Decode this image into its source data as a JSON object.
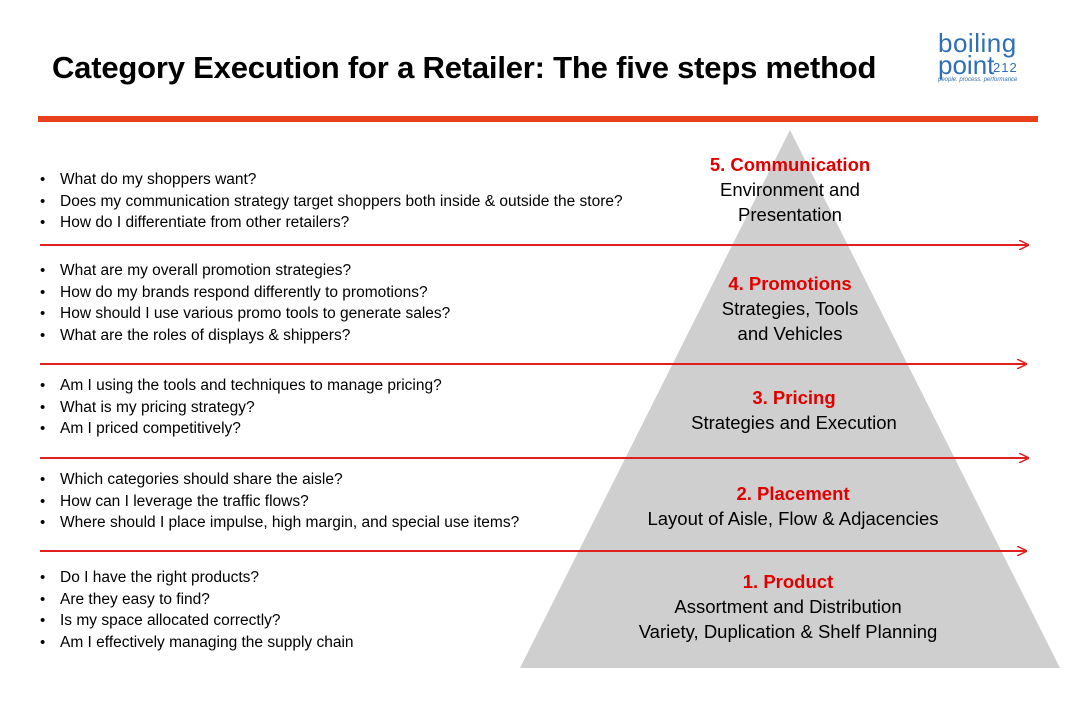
{
  "title": "Category Execution for a Retailer: The five steps method",
  "logo": {
    "word1": "boiling",
    "word2": "point",
    "number": "212",
    "tagline": "people. process. performance"
  },
  "colors": {
    "accent": "#e8401c",
    "step_heading": "#e00000",
    "arrow": "#e02020",
    "pyramid": "#cfcfcf",
    "logo": "#2f6fb5"
  },
  "steps": [
    {
      "heading": "5. Communication",
      "lines": [
        "Environment and",
        "Presentation"
      ],
      "questions": [
        "What do my shoppers want?",
        "Does my communication strategy target shoppers both inside & outside the store?",
        "How do I differentiate from other retailers?"
      ]
    },
    {
      "heading": "4. Promotions",
      "lines": [
        "Strategies, Tools",
        "and Vehicles"
      ],
      "questions": [
        "What are my overall promotion strategies?",
        "How do my brands respond differently to promotions?",
        "How should I use various promo tools to generate sales?",
        "What are the roles of displays & shippers?"
      ]
    },
    {
      "heading": "3. Pricing",
      "lines": [
        "Strategies and Execution"
      ],
      "questions": [
        "Am I using the tools and techniques to manage pricing?",
        "What is my pricing strategy?",
        "Am I priced competitively?"
      ]
    },
    {
      "heading": "2. Placement",
      "lines": [
        "Layout of Aisle, Flow & Adjacencies"
      ],
      "questions": [
        "Which categories should share the aisle?",
        "How can I leverage the traffic flows?",
        "Where should I place impulse, high margin, and special use items?"
      ]
    },
    {
      "heading": "1. Product",
      "lines": [
        "Assortment and Distribution",
        "Variety, Duplication & Shelf Planning"
      ],
      "questions": [
        "Do I have the right products?",
        "Are they easy to find?",
        "Is my space allocated correctly?",
        "Am I effectively managing the supply chain"
      ]
    }
  ]
}
